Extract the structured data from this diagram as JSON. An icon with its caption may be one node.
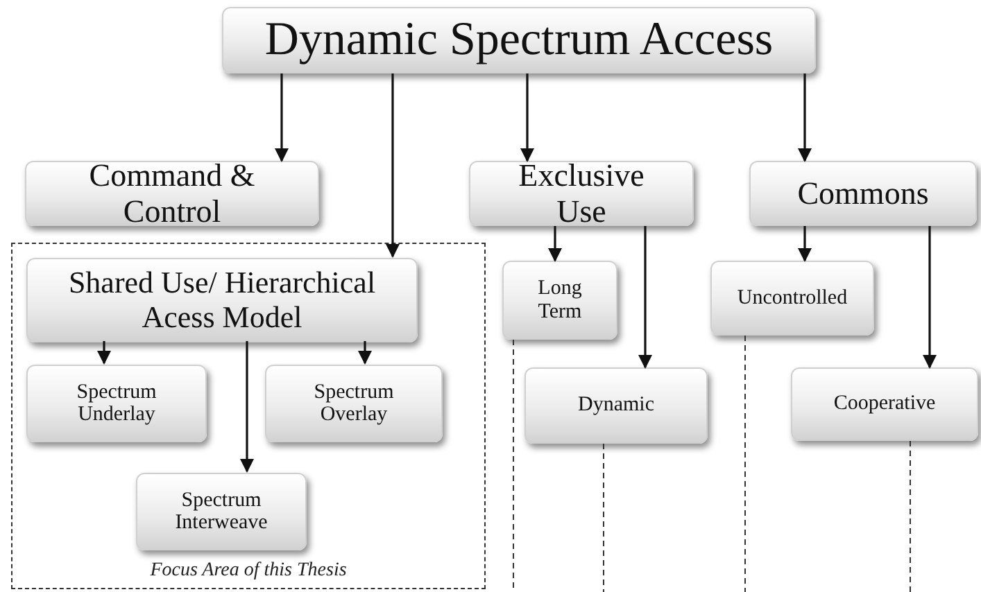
{
  "diagram": {
    "nodes": [
      {
        "text": [
          "Dynamic Spectrum Access"
        ]
      },
      {
        "text": [
          "Command & Control"
        ]
      },
      {
        "text": [
          "Exclusive Use"
        ]
      },
      {
        "text": [
          "Commons"
        ]
      },
      {
        "text": [
          "Focus Area of this Thesis"
        ]
      },
      {
        "text": [
          "Shared Use/ Hierarchical Acess Model"
        ],
        "in": 4
      },
      {
        "text": [
          "Spectrum Underlay"
        ],
        "in": 4
      },
      {
        "text": [
          "Spectrum Overlay"
        ],
        "in": 4
      },
      {
        "text": [
          "Spectrum Interweave"
        ],
        "in": 4
      },
      {
        "text": [
          "Long Term"
        ]
      },
      {
        "text": [
          "Dynamic"
        ]
      },
      {
        "text": [
          "Uncontrolled"
        ]
      },
      {
        "text": [
          "Cooperative"
        ]
      }
    ],
    "edges": [
      {
        "from": 0,
        "to": 1,
        "arrow": "to"
      },
      {
        "from": 0,
        "to": 5,
        "arrow": "to"
      },
      {
        "from": 0,
        "to": 2,
        "arrow": "to"
      },
      {
        "from": 0,
        "to": 3,
        "arrow": "to"
      },
      {
        "from": 5,
        "to": 6,
        "arrow": "to"
      },
      {
        "from": 5,
        "to": 7,
        "arrow": "to"
      },
      {
        "from": 5,
        "to": 8,
        "arrow": "to"
      },
      {
        "from": 2,
        "to": 9,
        "arrow": "to"
      },
      {
        "from": 2,
        "to": 10,
        "arrow": "to"
      },
      {
        "from": 3,
        "to": 11,
        "arrow": "to"
      },
      {
        "from": 3,
        "to": 12,
        "arrow": "to"
      }
    ]
  }
}
